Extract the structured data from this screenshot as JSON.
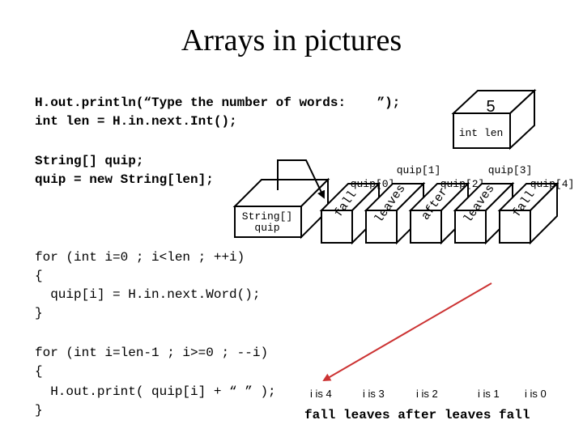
{
  "slide": {
    "title": "Arrays in pictures",
    "code_block_1": {
      "line1": "H.out.println(“Type the number of words:    ”);",
      "line2": "int len = H.in.next.Int();"
    },
    "code_block_2": {
      "line1": "String[] quip;",
      "line2": "quip = new String[len];"
    },
    "code_block_3": {
      "line1": "for (int i=0 ; i<len ; ++i)",
      "line2": "{",
      "line3": "  quip[i] = H.in.next.Word();",
      "line4": "}"
    },
    "code_block_4": {
      "line1": "for (int i=len-1 ; i>=0 ; --i)",
      "line2": "{",
      "line3": "  H.out.print( quip[i] + “ ” );",
      "line4": "}"
    }
  },
  "variable_box": {
    "value": "5",
    "label": "int len"
  },
  "reference_box": {
    "label_line1": "String[]",
    "label_line2": "quip"
  },
  "array": {
    "cells": [
      {
        "index_label": "quip[0]",
        "word": "fall"
      },
      {
        "index_label": "quip[1]",
        "word": "leaves"
      },
      {
        "index_label": "quip[2]",
        "word": "after"
      },
      {
        "index_label": "quip[3]",
        "word": "leaves"
      },
      {
        "index_label": "quip[4]",
        "word": "fall"
      }
    ]
  },
  "iteration_labels": [
    "i is 4",
    "i is 3",
    "i is 2",
    "i is 1",
    "i is 0"
  ],
  "output_text": "fall leaves after leaves fall",
  "colors": {
    "arrow": "#cc3333",
    "output": "#000000"
  }
}
